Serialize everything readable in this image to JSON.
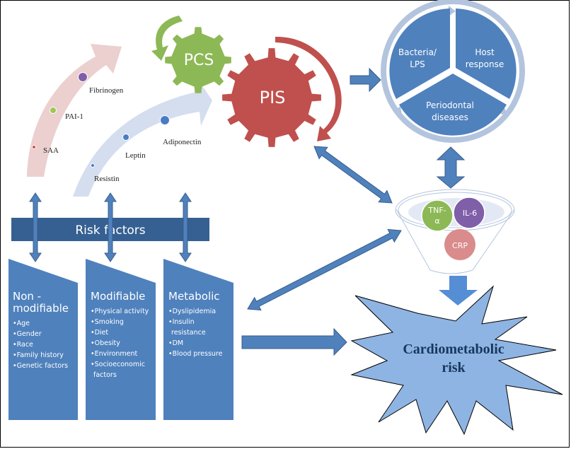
{
  "title": "Cardiometabolic risk diagram",
  "colors": {
    "blue_primary": "#4F81BD",
    "blue_dark": "#385D8A",
    "blue_light": "#B3C4DE",
    "star_fill": "#8EB4E3",
    "star_text": "#17375E",
    "pcs_green": "#8DB856",
    "pis_red": "#C0504D",
    "pink_arrow": "#EACACA",
    "lavender_arrow": "#D2DCEE",
    "fibrinogen": "#7F5FA8",
    "pai1": "#9BC94E",
    "saa": "#D05050",
    "blue_dot": "#4A7CC4",
    "tnf": "#8DB856",
    "il6": "#7F5FA8",
    "crp": "#DA8B8B"
  },
  "gears": {
    "pcs": "PCS",
    "pis": "PIS"
  },
  "inflammatory_arrow": {
    "markers": [
      {
        "label": "SAA"
      },
      {
        "label": "PAI-1"
      },
      {
        "label": "Fibrinogen"
      }
    ]
  },
  "adipokine_arrow": {
    "markers": [
      {
        "label": "Resistin"
      },
      {
        "label": "Leptin"
      },
      {
        "label": "Adiponectin"
      }
    ]
  },
  "cycle": {
    "segments": [
      {
        "line1": "Bacteria/",
        "line2": "LPS"
      },
      {
        "line1": "Host",
        "line2": "response"
      },
      {
        "line1": "Periodontal",
        "line2": "diseases"
      }
    ]
  },
  "funnel": {
    "items": [
      {
        "line1": "TNF-",
        "line2": "α"
      },
      {
        "line1": "IL-6",
        "line2": ""
      },
      {
        "line1": "CRP",
        "line2": ""
      }
    ]
  },
  "risk_factors": {
    "label": "Risk factors",
    "categories": [
      {
        "title_line1": "Non -",
        "title_line2": "modifiable",
        "items": [
          "Age",
          "Gender",
          "Race",
          "Family history",
          "Genetic factors"
        ]
      },
      {
        "title_line1": "Modifiable",
        "title_line2": "",
        "items": [
          "Physical activity",
          "Smoking",
          "Diet",
          "Obesity",
          "Environment",
          "Socioeconomic",
          "factors"
        ]
      },
      {
        "title_line1": "Metabolic",
        "title_line2": "",
        "items": [
          "Dyslipidemia",
          "Insulin",
          "resistance",
          "DM",
          "Blood pressure"
        ]
      }
    ]
  },
  "outcome": {
    "line1": "Cardiometabolic",
    "line2": "risk"
  }
}
